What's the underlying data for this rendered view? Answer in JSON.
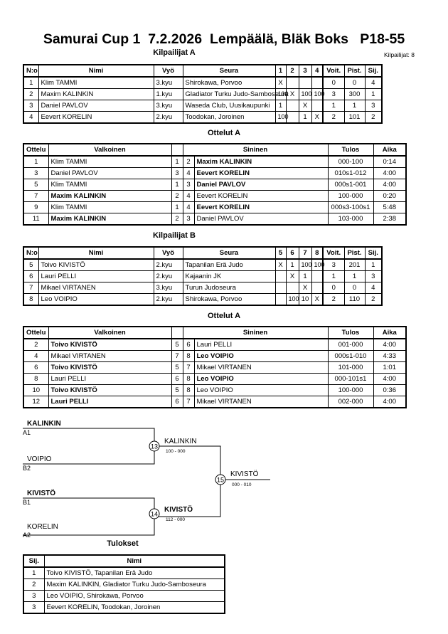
{
  "header": {
    "title": "Samurai Cup 1  7.2.2026  Lempäälä, Bläk Boks   P18-55",
    "pool_a_label": "Kilpailijat A",
    "participants_label": "Kilpailijat: 8"
  },
  "pool_a": {
    "headers": [
      "N:o",
      "Nimi",
      "Vyö",
      "Seura",
      "1",
      "2",
      "3",
      "4",
      "Voit.",
      "Pist.",
      "Sij."
    ],
    "rows": [
      {
        "no": "1",
        "name": "Klim TAMMI",
        "belt": "3.kyu",
        "club": "Shirokawa, Porvoo",
        "r1": "X",
        "r2": "",
        "r3": "",
        "r4": "",
        "wins": "0",
        "points": "0",
        "place": "4"
      },
      {
        "no": "2",
        "name": "Maxim KALINKIN",
        "belt": "1.kyu",
        "club": "Gladiator Turku Judo-Samboseura",
        "r1": "100",
        "r2": "X",
        "r3": "100",
        "r4": "100",
        "wins": "3",
        "points": "300",
        "place": "1"
      },
      {
        "no": "3",
        "name": "Daniel PAVLOV",
        "belt": "3.kyu",
        "club": "Waseda Club, Uusikaupunki",
        "r1": "1",
        "r2": "",
        "r3": "X",
        "r4": "",
        "wins": "1",
        "points": "1",
        "place": "3"
      },
      {
        "no": "4",
        "name": "Eevert KORELIN",
        "belt": "2.kyu",
        "club": "Toodokan, Joroinen",
        "r1": "100",
        "r2": "",
        "r3": "1",
        "r4": "X",
        "wins": "2",
        "points": "101",
        "place": "2"
      }
    ]
  },
  "matches_a": {
    "heading": "Ottelut A",
    "headers": [
      "Ottelu",
      "Valkoinen",
      "Sininen",
      "Tulos",
      "Aika"
    ],
    "rows": [
      {
        "match": "1",
        "white": "Klim TAMMI",
        "w_no": "1",
        "b_no": "2",
        "blue": "Maxim KALINKIN",
        "result": "000-100",
        "time": "0:14",
        "winner": "blue"
      },
      {
        "match": "3",
        "white": "Daniel PAVLOV",
        "w_no": "3",
        "b_no": "4",
        "blue": "Eevert KORELIN",
        "result": "010s1-012",
        "time": "4:00",
        "winner": "blue"
      },
      {
        "match": "5",
        "white": "Klim TAMMI",
        "w_no": "1",
        "b_no": "3",
        "blue": "Daniel PAVLOV",
        "result": "000s1-001",
        "time": "4:00",
        "winner": "blue"
      },
      {
        "match": "7",
        "white": "Maxim KALINKIN",
        "w_no": "2",
        "b_no": "4",
        "blue": "Eevert KORELIN",
        "result": "100-000",
        "time": "0:20",
        "winner": "white"
      },
      {
        "match": "9",
        "white": "Klim TAMMI",
        "w_no": "1",
        "b_no": "4",
        "blue": "Eevert KORELIN",
        "result": "000s3-100s1",
        "time": "5:48",
        "winner": "blue"
      },
      {
        "match": "11",
        "white": "Maxim KALINKIN",
        "w_no": "2",
        "b_no": "3",
        "blue": "Daniel PAVLOV",
        "result": "103-000",
        "time": "2:38",
        "winner": "white"
      }
    ]
  },
  "pool_b": {
    "heading": "Kilpailijat B",
    "headers": [
      "N:o",
      "Nimi",
      "Vyö",
      "Seura",
      "5",
      "6",
      "7",
      "8",
      "Voit.",
      "Pist.",
      "Sij."
    ],
    "rows": [
      {
        "no": "5",
        "name": "Toivo KIVISTÖ",
        "belt": "2.kyu",
        "club": "Tapanilan Erä Judo",
        "r1": "X",
        "r2": "1",
        "r3": "100",
        "r4": "100",
        "wins": "3",
        "points": "201",
        "place": "1"
      },
      {
        "no": "6",
        "name": "Lauri PELLI",
        "belt": "2.kyu",
        "club": "Kajaanin JK",
        "r1": "",
        "r2": "X",
        "r3": "1",
        "r4": "",
        "wins": "1",
        "points": "1",
        "place": "3"
      },
      {
        "no": "7",
        "name": "Mikael VIRTANEN",
        "belt": "3.kyu",
        "club": "Turun Judoseura",
        "r1": "",
        "r2": "",
        "r3": "X",
        "r4": "",
        "wins": "0",
        "points": "0",
        "place": "4"
      },
      {
        "no": "8",
        "name": "Leo VOIPIO",
        "belt": "2.kyu",
        "club": "Shirokawa, Porvoo",
        "r1": "",
        "r2": "100",
        "r3": "10",
        "r4": "X",
        "wins": "2",
        "points": "110",
        "place": "2"
      }
    ]
  },
  "matches_b": {
    "heading": "Ottelut A",
    "headers": [
      "Ottelu",
      "Valkoinen",
      "Sininen",
      "Tulos",
      "Aika"
    ],
    "rows": [
      {
        "match": "2",
        "white": "Toivo KIVISTÖ",
        "w_no": "5",
        "b_no": "6",
        "blue": "Lauri PELLI",
        "result": "001-000",
        "time": "4:00",
        "winner": "white"
      },
      {
        "match": "4",
        "white": "Mikael VIRTANEN",
        "w_no": "7",
        "b_no": "8",
        "blue": "Leo VOIPIO",
        "result": "000s1-010",
        "time": "4:33",
        "winner": "blue"
      },
      {
        "match": "6",
        "white": "Toivo KIVISTÖ",
        "w_no": "5",
        "b_no": "7",
        "blue": "Mikael VIRTANEN",
        "result": "101-000",
        "time": "1:01",
        "winner": "white"
      },
      {
        "match": "8",
        "white": "Lauri PELLI",
        "w_no": "6",
        "b_no": "8",
        "blue": "Leo VOIPIO",
        "result": "000-101s1",
        "time": "4:00",
        "winner": "blue"
      },
      {
        "match": "10",
        "white": "Toivo KIVISTÖ",
        "w_no": "5",
        "b_no": "8",
        "blue": "Leo VOIPIO",
        "result": "100-000",
        "time": "0:36",
        "winner": "white"
      },
      {
        "match": "12",
        "white": "Lauri PELLI",
        "w_no": "6",
        "b_no": "7",
        "blue": "Mikael VIRTANEN",
        "result": "002-000",
        "time": "4:00",
        "winner": "white"
      }
    ]
  },
  "bracket": {
    "sf1_top": {
      "name": "KALINKIN",
      "seed": "A1"
    },
    "sf1_bottom": {
      "name": "VOIPIO",
      "seed": "B2"
    },
    "sf1_match": "13",
    "sf1_winner": "KALINKIN",
    "sf1_score": "100 - 000",
    "sf2_top": {
      "name": "KIVISTÖ",
      "seed": "B1"
    },
    "sf2_bottom": {
      "name": "KORELIN",
      "seed": "A2"
    },
    "sf2_match": "14",
    "sf2_winner": "KIVISTÖ",
    "sf2_score": "112 - 000",
    "final_match": "15",
    "final_winner": "KIVISTÖ",
    "final_score": "000 - 010"
  },
  "results": {
    "heading": "Tulokset",
    "headers": [
      "Sij.",
      "Nimi"
    ],
    "rows": [
      {
        "place": "1",
        "name": "Toivo KIVISTÖ, Tapanilan Erä Judo"
      },
      {
        "place": "2",
        "name": "Maxim KALINKIN, Gladiator Turku Judo-Samboseura"
      },
      {
        "place": "3",
        "name": "Leo VOIPIO, Shirokawa, Porvoo"
      },
      {
        "place": "3",
        "name": "Eevert KORELIN, Toodokan, Joroinen"
      }
    ]
  }
}
